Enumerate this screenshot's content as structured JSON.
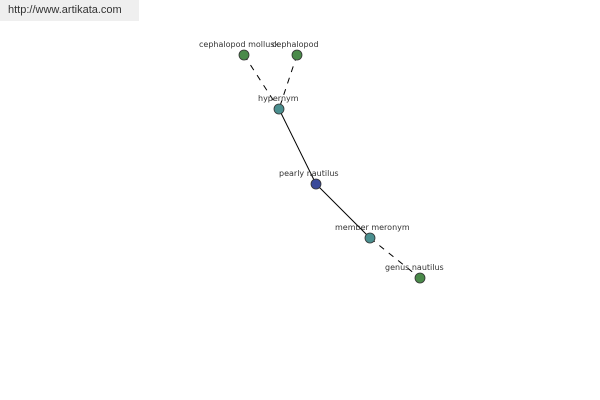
{
  "header": {
    "url": "http://www.artikata.com"
  },
  "graph": {
    "colors": {
      "leaf": "#4a8a4a",
      "relation": "#4a8f8f",
      "center": "#3a4a9a",
      "edge": "#000000",
      "stroke": "#333333"
    },
    "nodes": [
      {
        "id": "cephalopod-mollusk",
        "label": "cephalopod mollusk",
        "kind": "leaf"
      },
      {
        "id": "cephalopod",
        "label": "cephalopod",
        "kind": "leaf"
      },
      {
        "id": "hypernym",
        "label": "hypernym",
        "kind": "relation"
      },
      {
        "id": "pearly-nautilus",
        "label": "pearly nautilus",
        "kind": "center"
      },
      {
        "id": "member-meronym",
        "label": "member meronym",
        "kind": "relation"
      },
      {
        "id": "genus-nautilus",
        "label": "genus nautilus",
        "kind": "leaf"
      }
    ],
    "edges": [
      {
        "from": "cephalopod-mollusk",
        "to": "hypernym",
        "style": "dashed"
      },
      {
        "from": "cephalopod",
        "to": "hypernym",
        "style": "dashed"
      },
      {
        "from": "hypernym",
        "to": "pearly-nautilus",
        "style": "solid"
      },
      {
        "from": "pearly-nautilus",
        "to": "member-meronym",
        "style": "solid"
      },
      {
        "from": "member-meronym",
        "to": "genus-nautilus",
        "style": "dashed"
      }
    ]
  }
}
